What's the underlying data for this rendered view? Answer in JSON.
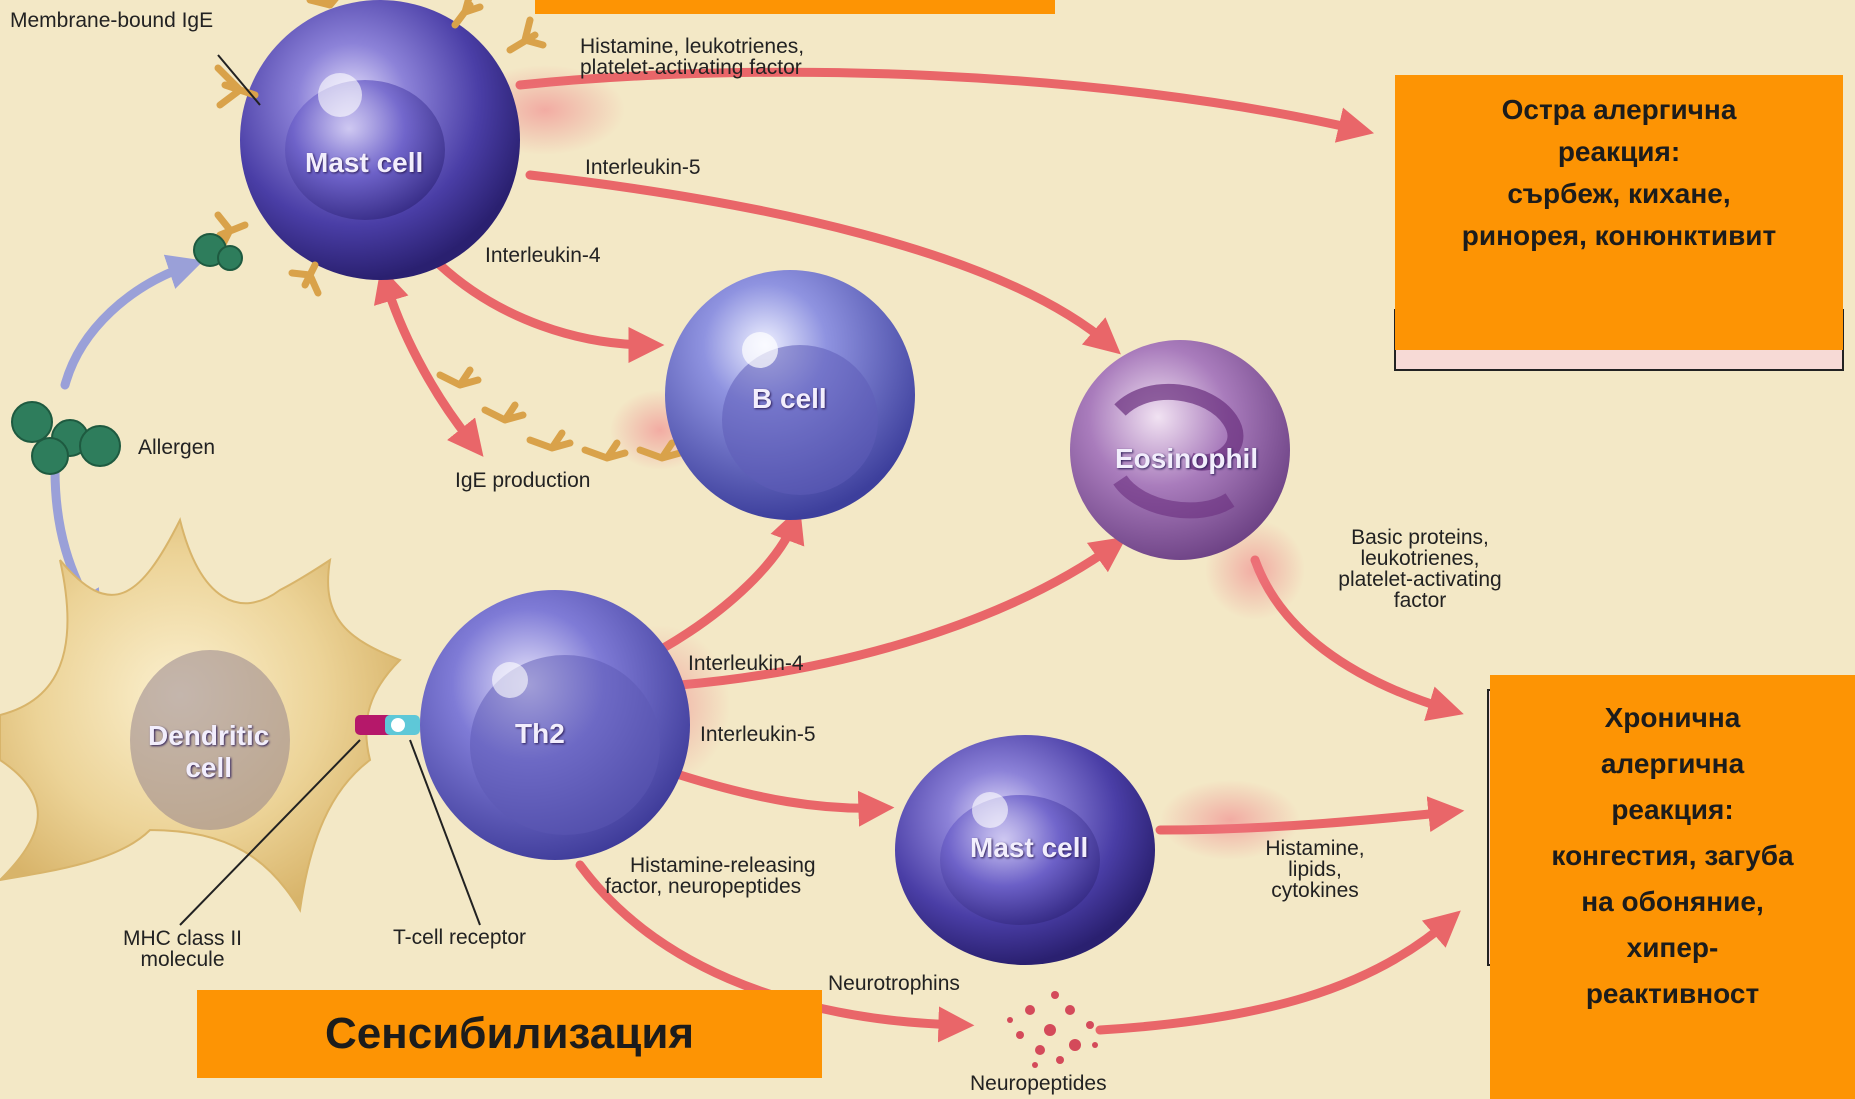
{
  "labels": {
    "membrane_bound_ige": "Membrane-bound IgE",
    "histamine_top_1": "Histamine, leukotrienes,",
    "histamine_top_2": "platelet-activating factor",
    "interleukin5_top": "Interleukin-5",
    "interleukin4_top": "Interleukin-4",
    "allergen": "Allergen",
    "ige_production": "IgE production",
    "basic_1": "Basic proteins,",
    "basic_2": "leukotrienes,",
    "basic_3": "platelet-activating",
    "basic_4": "factor",
    "interleukin4_th2": "Interleukin-4",
    "interleukin5_th2": "Interleukin-5",
    "hrf_1": "Histamine-releasing",
    "hrf_2": "factor, neuropeptides",
    "histamine_bottom_1": "Histamine,",
    "histamine_bottom_2": "lipids,",
    "histamine_bottom_3": "cytokines",
    "mhc_1": "MHC class II",
    "mhc_2": "molecule",
    "tcr": "T-cell receptor",
    "neurotrophins": "Neurotrophins",
    "neuropeptides": "Neuropeptides"
  },
  "cells": {
    "mast_top": "Mast cell",
    "b_cell": "B cell",
    "eosinophil": "Eosinophil",
    "dendritic_1": "Dendritic",
    "dendritic_2": "cell",
    "th2": "Th2",
    "mast_bottom": "Mast cell"
  },
  "boxes": {
    "acute": {
      "line1": "Остра алергична",
      "line2": "реакция:",
      "line3": "сърбеж, кихане,",
      "line4": "ринорея, конюнктивит"
    },
    "chronic": {
      "line1": "Хронична",
      "line2": "алергична",
      "line3": "реакция:",
      "line4": "конгестия, загуба",
      "line5": "на обоняние,",
      "line6": "хипер-",
      "line7": "реактивност"
    },
    "sensitization": "Сенсибилизация"
  },
  "colors": {
    "background": "#f3e8c6",
    "box_orange": "#fd9404",
    "arrow_red": "#e8585f",
    "arrow_blue": "#9aa0d8",
    "cell_purple": "#3b2f8f",
    "eosinophil": "#8a5aa0",
    "dendritic": "#efd9a0"
  }
}
